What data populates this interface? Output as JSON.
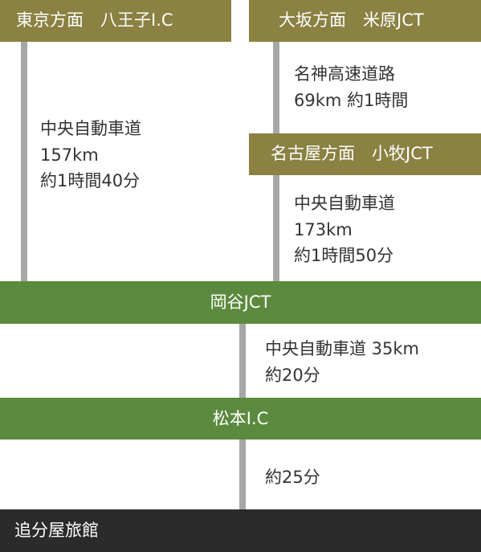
{
  "origins": {
    "tokyo": "東京方面　八王子I.C",
    "osaka": "大坂方面　米原JCT",
    "nagoya": "名古屋方面　小牧JCT"
  },
  "routes": {
    "tokyo": [
      "中央自動車道",
      "157km",
      "約1時間40分"
    ],
    "osaka": [
      "名神高速道路",
      "69km 約1時間"
    ],
    "nagoya": [
      "中央自動車道",
      "173km",
      "約1時間50分"
    ]
  },
  "junctions": {
    "okaya": "岡谷JCT",
    "matsumoto": "松本I.C"
  },
  "segments": {
    "okaya_to_matsumoto": [
      "中央自動車道 35km",
      "約20分"
    ],
    "matsumoto_to_destination": [
      "約25分"
    ]
  },
  "destination": "追分屋旅館",
  "colors": {
    "origin_box": "#8a8142",
    "junction_box": "#5b8a3e",
    "destination_box": "#2b2b2b",
    "route_line": "#a7a7a7"
  }
}
